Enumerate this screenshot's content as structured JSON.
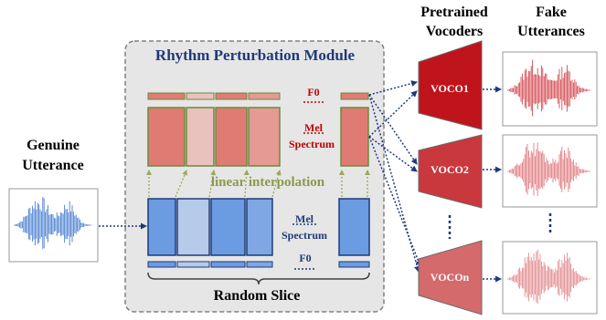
{
  "module": {
    "title": "Rhythm Perturbation Module",
    "f0_top": "F0",
    "mel_top": [
      "Mel",
      "Spectrum"
    ],
    "interp": "linear interpolation",
    "mel_bottom": [
      "Mel",
      "Spectrum"
    ],
    "f0_bottom": "F0",
    "slice_label": "Random Slice"
  },
  "genuine": {
    "label_line1": "Genuine",
    "label_line2": "Utterance"
  },
  "vocoders": {
    "header_line1": "Pretrained",
    "header_line2": "Vocoders",
    "items": [
      "VOCO1",
      "VOCO2",
      "VOCOn"
    ]
  },
  "fake": {
    "header_line1": "Fake",
    "header_line2": "Utterances"
  },
  "colors": {
    "title_blue": "#1f3a7a",
    "red_text": "#c00000",
    "olive_text": "#8a9a4a",
    "voco_red": "#c0141c",
    "mel_red_fill": "#e07b74",
    "mel_blue_fill": "#6b9be0",
    "panel_bg": "#e6e6e6",
    "arrow_navy": "#1f3a7a"
  }
}
